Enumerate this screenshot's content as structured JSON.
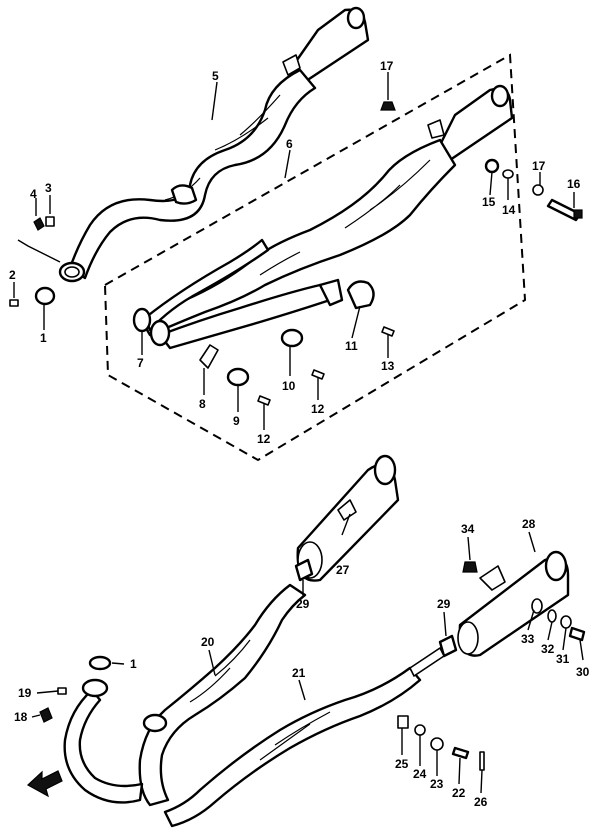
{
  "callouts": {
    "c1_top": "1",
    "c2": "2",
    "c3": "3",
    "c4": "4",
    "c5": "5",
    "c6": "6",
    "c7": "7",
    "c8": "8",
    "c9": "9",
    "c10": "10",
    "c11": "11",
    "c12a": "12",
    "c12b": "12",
    "c13": "13",
    "c14": "14",
    "c15": "15",
    "c16": "16",
    "c17a": "17",
    "c17b": "17",
    "c1_bottom": "1",
    "c18": "18",
    "c19": "19",
    "c20": "20",
    "c21": "21",
    "c22": "22",
    "c23": "23",
    "c24": "24",
    "c25": "25",
    "c26": "26",
    "c27": "27",
    "c28": "28",
    "c29a": "29",
    "c29b": "29",
    "c30": "30",
    "c31": "31",
    "c32": "32",
    "c33": "33",
    "c34": "34"
  },
  "colors": {
    "line": "#000000",
    "background": "#ffffff"
  }
}
